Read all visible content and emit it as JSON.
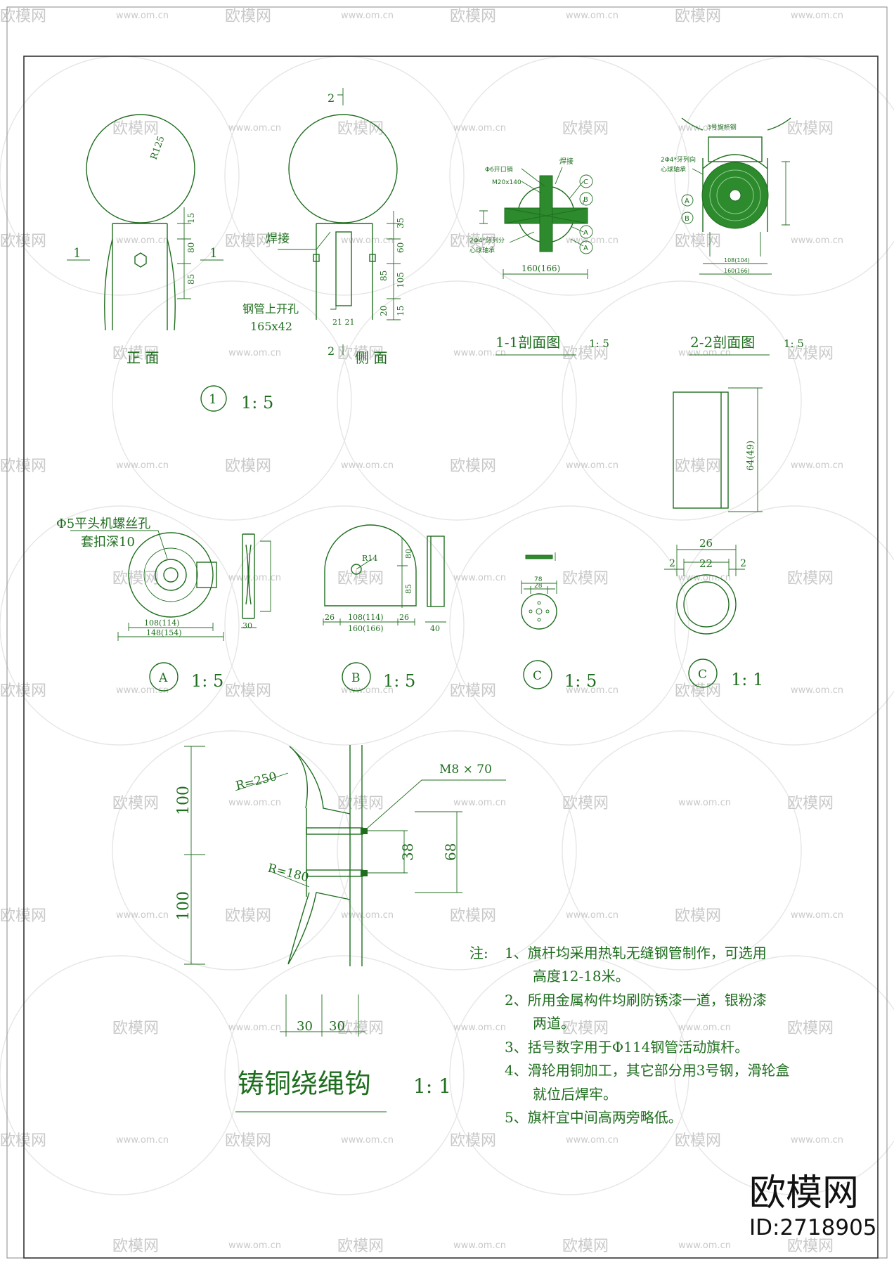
{
  "sheet": {
    "watermark_brand": "欧模网",
    "watermark_url": "www.om.cn",
    "logo_text": "欧模网",
    "logo_id": "ID:2718905"
  },
  "view_front": {
    "radius": "R125",
    "dims": [
      "15",
      "80",
      "85"
    ],
    "section_mark": "1",
    "caption": "正 面"
  },
  "view_side": {
    "section_mark": "2",
    "weld_label": "焊接",
    "hole_label": "钢管上开孔",
    "hole_size": "165x42",
    "dims": [
      "35",
      "60",
      "85",
      "105",
      "20",
      "15"
    ],
    "bottom_dims": "21 21",
    "caption": "侧 面"
  },
  "detail_1_scale": {
    "marker": "1",
    "scale": "1: 5"
  },
  "section_11": {
    "labels": [
      "Φ6开口销",
      "M20x140",
      "焊接",
      "2Φ4*牙列分",
      "心球轴承"
    ],
    "markers": [
      "C",
      "B",
      "A",
      "A"
    ],
    "width_dim": "160(166)",
    "caption": "1-1剖面图",
    "scale": "1: 5"
  },
  "section_22": {
    "labels": [
      "3号旗杆钢",
      "2Φ4*牙列向",
      "心球轴承"
    ],
    "markers": [
      "A",
      "B"
    ],
    "dims": [
      "108(104)",
      "160(166)"
    ],
    "caption": "2-2剖面图",
    "scale": "1: 5"
  },
  "pipe_detail": {
    "height_dim": "64(49)"
  },
  "detail_A": {
    "note_line1": "Φ5平头机螺丝孔",
    "note_line2": "套扣深10",
    "dims": [
      "108(114)",
      "148(154)",
      "30"
    ],
    "marker": "A",
    "scale": "1: 5"
  },
  "detail_B": {
    "radius": "R14",
    "dims": [
      "80",
      "85",
      "26",
      "108(114)",
      "26",
      "160(166)",
      "40"
    ],
    "marker": "B",
    "scale": "1: 5"
  },
  "detail_C5": {
    "dims": [
      "78",
      "28"
    ],
    "marker": "C",
    "scale": "1: 5"
  },
  "detail_C1": {
    "dims": [
      "26",
      "2",
      "22",
      "2"
    ],
    "marker": "C",
    "scale": "1: 1"
  },
  "hook": {
    "radius_upper": "R=250",
    "radius_lower": "R=180",
    "bolt": "M8 × 70",
    "dims_left": [
      "100",
      "100"
    ],
    "dim_38": "38",
    "dim_68": "68",
    "dims_bottom": [
      "30",
      "30"
    ],
    "title": "铸铜绕绳钩",
    "scale": "1: 1"
  },
  "notes": {
    "prefix": "注:",
    "items": [
      "1、旗杆均采用热轧无缝钢管制作，可选用",
      "高度12-18米。",
      "2、所用金属构件均刷防锈漆一道，银粉漆",
      "两道。",
      "3、括号数字用于Φ114钢管活动旗杆。",
      "4、滑轮用铜加工，其它部分用3号钢，滑轮盒",
      "就位后焊牢。",
      "5、旗杆宜中间高两旁略低。"
    ]
  }
}
